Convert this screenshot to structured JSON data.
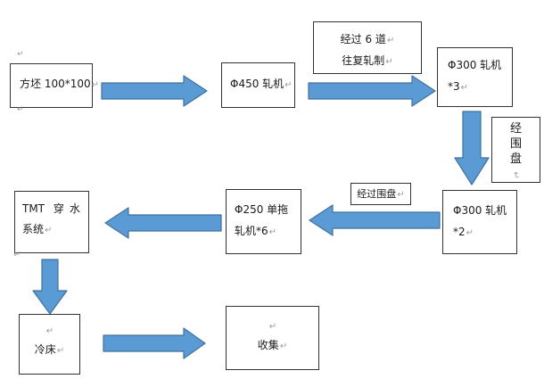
{
  "nodes": {
    "billet": {
      "lines": [
        "方坯 100*100"
      ]
    },
    "mill450": {
      "lines": [
        "Φ450 轧机"
      ]
    },
    "pass6_note": {
      "lines": [
        "经过 6 道",
        "往复轧制"
      ]
    },
    "mill300x3": {
      "lines": [
        "Φ300 轧机",
        "*3"
      ]
    },
    "coil_note_vertical": {
      "lines": [
        "经",
        "围",
        "盘"
      ]
    },
    "mill300x2": {
      "lines": [
        "Φ300 轧机",
        "*2"
      ]
    },
    "coil_note": {
      "lines": [
        "经过围盘"
      ]
    },
    "mill250": {
      "lines": [
        "Φ250 单拖",
        "轧机*6"
      ]
    },
    "tmt": {
      "lines": [
        "TMT 穿水",
        "系统"
      ]
    },
    "cooling_bed": {
      "lines": [
        "冷床"
      ]
    },
    "collection": {
      "lines": [
        "收集"
      ]
    }
  },
  "marks": {
    "pilcrow": "↵"
  },
  "colors": {
    "arrow_fill": "#5b9bd5",
    "arrow_stroke": "#41719c",
    "box_border": "#333333",
    "text": "#1a1a1a",
    "mark": "#9a9a9a",
    "bg": "#ffffff"
  }
}
